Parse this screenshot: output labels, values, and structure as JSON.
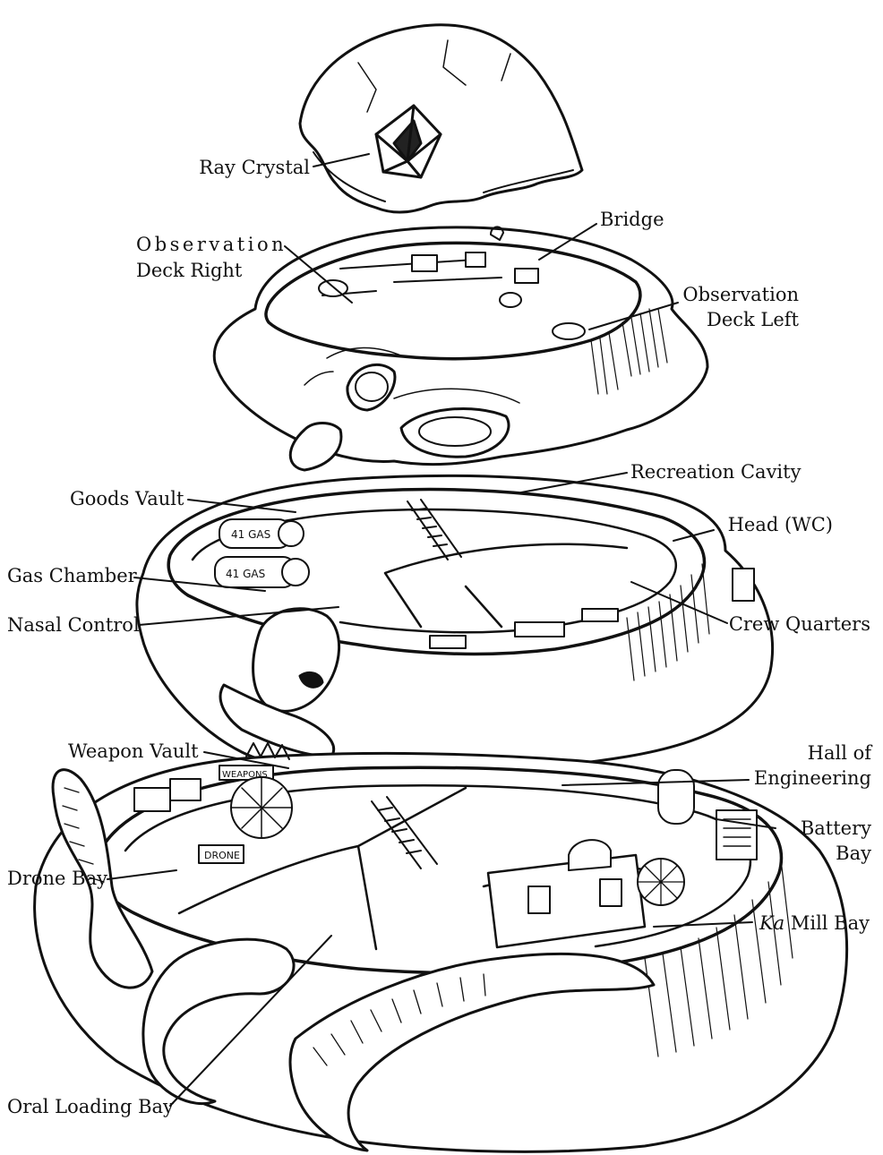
{
  "labels": {
    "ray_crystal": "Ray Crystal",
    "bridge": "Bridge",
    "obs_right_1": "Observation",
    "obs_right_2": "Deck Right",
    "obs_left_1": "Observation",
    "obs_left_2": "Deck Left",
    "goods_vault": "Goods Vault",
    "recreation_cavity": "Recreation Cavity",
    "head_wc": "Head (WC)",
    "gas_chamber": "Gas Chamber",
    "nasal_control": "Nasal Control",
    "crew_quarters": "Crew Quarters",
    "weapon_vault": "Weapon Vault",
    "hall_eng_1": "Hall of",
    "hall_eng_2": "Engineering",
    "battery_1": "Battery",
    "battery_2": "Bay",
    "drone_bay": "Drone Bay",
    "ka_mill_ka": "Ka",
    "ka_mill_rest": " Mill Bay",
    "oral_loading_bay": "Oral Loading Bay"
  },
  "art_text": {
    "gas_tank_1": "41 GAS",
    "gas_tank_2": "41 GAS",
    "weapons_sign": "WEAPONS",
    "drone_sign": "DRONE"
  },
  "colors": {
    "ink": "#111111",
    "paper": "#ffffff"
  }
}
